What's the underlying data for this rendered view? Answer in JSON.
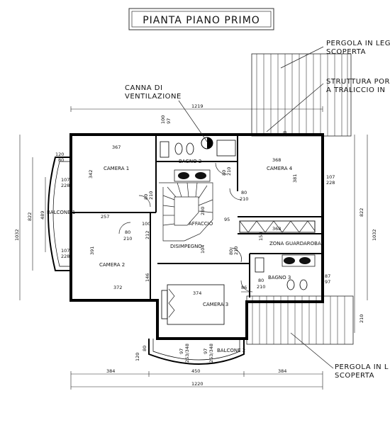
{
  "title": "PIANTA PIANO PRIMO",
  "notes": {
    "canna_line1": "CANNA DI",
    "canna_line2": "VENTILAZIONE",
    "pergola_top_line1": "PERGOLA IN LEG",
    "pergola_top_line2": "SCOPERTA",
    "struttura_line1": "STRUTTURA POR",
    "struttura_line2": "A TRALICCIO IN",
    "pergola_bottom_line1": "PERGOLA IN L",
    "pergola_bottom_line2": "SCOPERTA"
  },
  "rooms": {
    "camera1": "CAMERA 1",
    "camera2": "CAMERA 2",
    "camera3": "CAMERA 3",
    "camera4": "CAMERA 4",
    "bagno2": "BAGNO 2",
    "bagno3": "BAGNO 3",
    "balcone1": "BALCONE 1",
    "balcone2": "BALCONE 2",
    "disimpegno": "DISIMPEGNO",
    "affaccio": "AFFACCIO",
    "guardaroba": "ZONA GUARDAROBA"
  },
  "dims": {
    "d1219": "1219",
    "d1032_left": "1032",
    "d1032_right": "1032",
    "d822_left": "822",
    "d822_right": "822",
    "d489": "489",
    "d210": "210",
    "d120_top": "120",
    "d80_top": "80",
    "d367": "367",
    "d342": "342",
    "d257": "257",
    "d391": "391",
    "d372": "372",
    "d146": "146",
    "d368": "368",
    "d381": "381",
    "d368b": "368",
    "d158": "158",
    "d374": "374",
    "d95": "95",
    "d100": "100",
    "d212": "212",
    "d104": "104",
    "d280": "280",
    "d86": "86",
    "d38": "38",
    "d107_228_a1": "107",
    "d107_228_a2": "228",
    "d107_228_b1": "107",
    "d107_228_b2": "228",
    "d107_228_c1": "107",
    "d107_228_c2": "228",
    "d87_97_1": "87",
    "d87_97_2": "97",
    "d100_97_1": "100",
    "d100_97_2": "97",
    "door_80_210_a1": "80",
    "door_80_210_a2": "210",
    "door_80_210_b1": "80",
    "door_80_210_b2": "210",
    "door_80_210_c1": "80",
    "door_80_210_c2": "210",
    "door_80_210_d1": "80",
    "door_80_210_d2": "210",
    "door_80_210_e1": "80",
    "door_80_210_e2": "210",
    "door_80_210_f1": "80",
    "door_80_210_f2": "210",
    "d97_253_a1": "97",
    "d97_253_a2": "253/348",
    "d97_253_b1": "97",
    "d97_253_b2": "253/348",
    "d120_80_1": "120",
    "d120_80_2": "80",
    "d384_left": "384",
    "d450": "450",
    "d384_right": "384",
    "d1220": "1220"
  }
}
